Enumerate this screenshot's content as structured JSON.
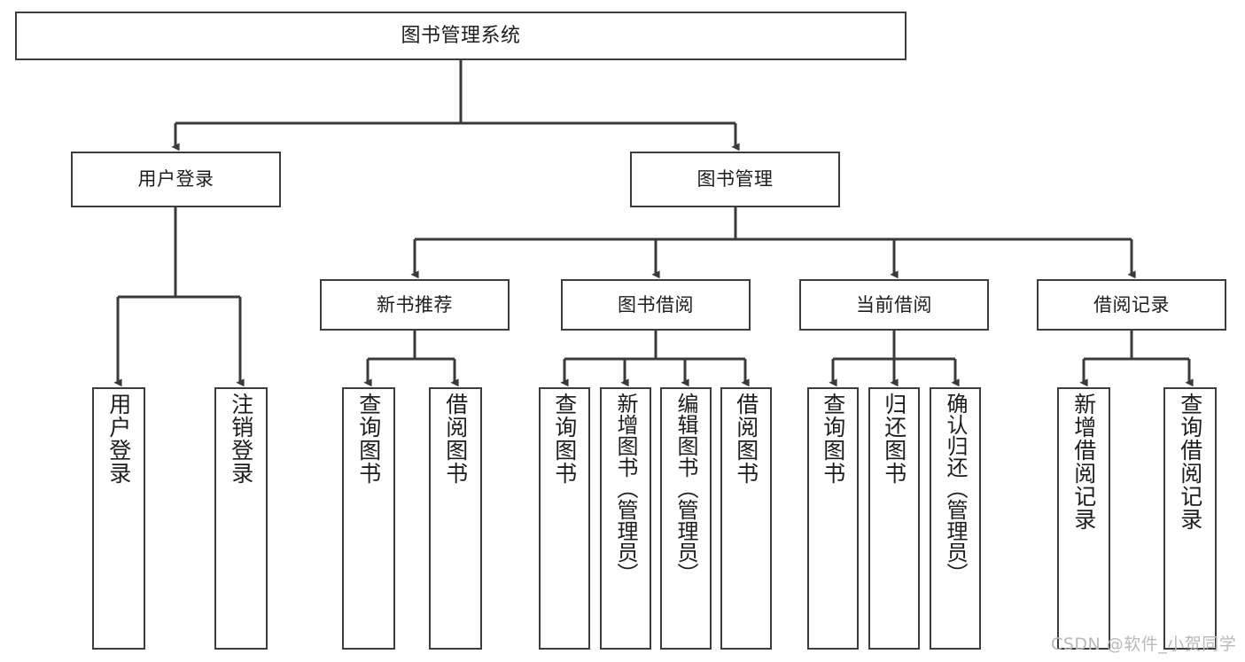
{
  "diagram": {
    "title": "图书管理系统",
    "type": "tree",
    "watermark": "CSDN @软件_小贺同学",
    "colors": {
      "background": "#ffffff",
      "border": "#3d3d3d",
      "text": "#1d1d1d",
      "edge": "#3a3a3a",
      "watermark": "#b9b9b9"
    },
    "levels": {
      "root": "图书管理系统",
      "level1": [
        "用户登录",
        "图书管理"
      ],
      "level2": [
        "新书推荐",
        "图书借阅",
        "当前借阅",
        "借阅记录"
      ]
    },
    "nodes": {
      "root": {
        "label": "图书管理系统"
      },
      "user_login": {
        "label": "用户登录"
      },
      "book_manage": {
        "label": "图书管理"
      },
      "new_book_rec": {
        "label": "新书推荐"
      },
      "book_borrow": {
        "label": "图书借阅"
      },
      "current_borrow": {
        "label": "当前借阅"
      },
      "borrow_record": {
        "label": "借阅记录"
      },
      "leaf_user_login": {
        "label": "用户登录"
      },
      "leaf_logout": {
        "label": "注销登录"
      },
      "leaf_query_book_a": {
        "label": "查询图书"
      },
      "leaf_borrow_book_a": {
        "label": "借阅图书"
      },
      "leaf_query_book_b": {
        "label": "查询图书"
      },
      "leaf_add_book": {
        "label": "新增图书（管理员）"
      },
      "leaf_edit_book": {
        "label": "编辑图书（管理员）"
      },
      "leaf_borrow_book_b": {
        "label": "借阅图书"
      },
      "leaf_query_book_c": {
        "label": "查询图书"
      },
      "leaf_return_book": {
        "label": "归还图书"
      },
      "leaf_confirm_return": {
        "label": "确认归还（管理员）"
      },
      "leaf_add_record": {
        "label": "新增借阅记录"
      },
      "leaf_query_record": {
        "label": "查询借阅记录"
      }
    },
    "edges": [
      {
        "from": "root",
        "to": "user_login"
      },
      {
        "from": "root",
        "to": "book_manage"
      },
      {
        "from": "user_login",
        "to": "leaf_user_login"
      },
      {
        "from": "user_login",
        "to": "leaf_logout"
      },
      {
        "from": "book_manage",
        "to": "new_book_rec"
      },
      {
        "from": "book_manage",
        "to": "book_borrow"
      },
      {
        "from": "book_manage",
        "to": "current_borrow"
      },
      {
        "from": "book_manage",
        "to": "borrow_record"
      },
      {
        "from": "new_book_rec",
        "to": "leaf_query_book_a"
      },
      {
        "from": "new_book_rec",
        "to": "leaf_borrow_book_a"
      },
      {
        "from": "book_borrow",
        "to": "leaf_query_book_b"
      },
      {
        "from": "book_borrow",
        "to": "leaf_add_book"
      },
      {
        "from": "book_borrow",
        "to": "leaf_edit_book"
      },
      {
        "from": "book_borrow",
        "to": "leaf_borrow_book_b"
      },
      {
        "from": "current_borrow",
        "to": "leaf_query_book_c"
      },
      {
        "from": "current_borrow",
        "to": "leaf_return_book"
      },
      {
        "from": "current_borrow",
        "to": "leaf_confirm_return"
      },
      {
        "from": "borrow_record",
        "to": "leaf_add_record"
      },
      {
        "from": "borrow_record",
        "to": "leaf_query_record"
      }
    ]
  }
}
